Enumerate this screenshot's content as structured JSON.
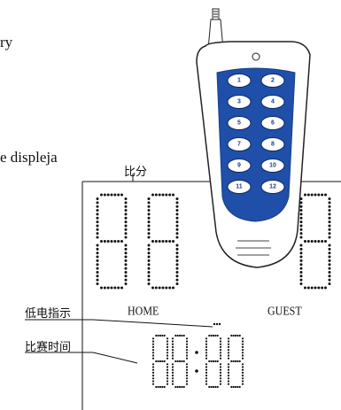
{
  "fragments": [
    "ry",
    "e displeja"
  ],
  "labels": {
    "score": "比分",
    "low_battery": "低电指示",
    "match_time": "比赛时间",
    "home": "HOME",
    "guest": "GUEST"
  },
  "remote": {
    "buttons": [
      "1",
      "2",
      "3",
      "4",
      "5",
      "6",
      "7",
      "8",
      "9",
      "10",
      "11",
      "12"
    ],
    "colors": {
      "panel": "#1f4fa8",
      "button": "#ffffff",
      "outline": "#222222"
    }
  },
  "display": {
    "home_score": "88",
    "guest_score": "8",
    "time": "88:88"
  }
}
